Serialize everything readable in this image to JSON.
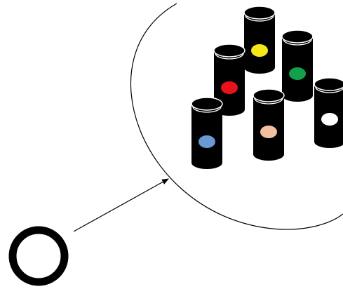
{
  "diagram": {
    "background": "#ffffff",
    "stroke_color": "#000000",
    "ring_color": "#000000",
    "cylinder": {
      "body_color": "#000000",
      "rim_color": "#ffffff"
    },
    "cylinders": [
      {
        "name": "cylinder-yellow",
        "dot_color": "#f5e61a"
      },
      {
        "name": "cylinder-red",
        "dot_color": "#e8121b"
      },
      {
        "name": "cylinder-green",
        "dot_color": "#12a04a"
      },
      {
        "name": "cylinder-blue",
        "dot_color": "#6a9ad4"
      },
      {
        "name": "cylinder-peach",
        "dot_color": "#f2c0a0"
      },
      {
        "name": "cylinder-white",
        "dot_color": "#ffffff"
      }
    ]
  }
}
